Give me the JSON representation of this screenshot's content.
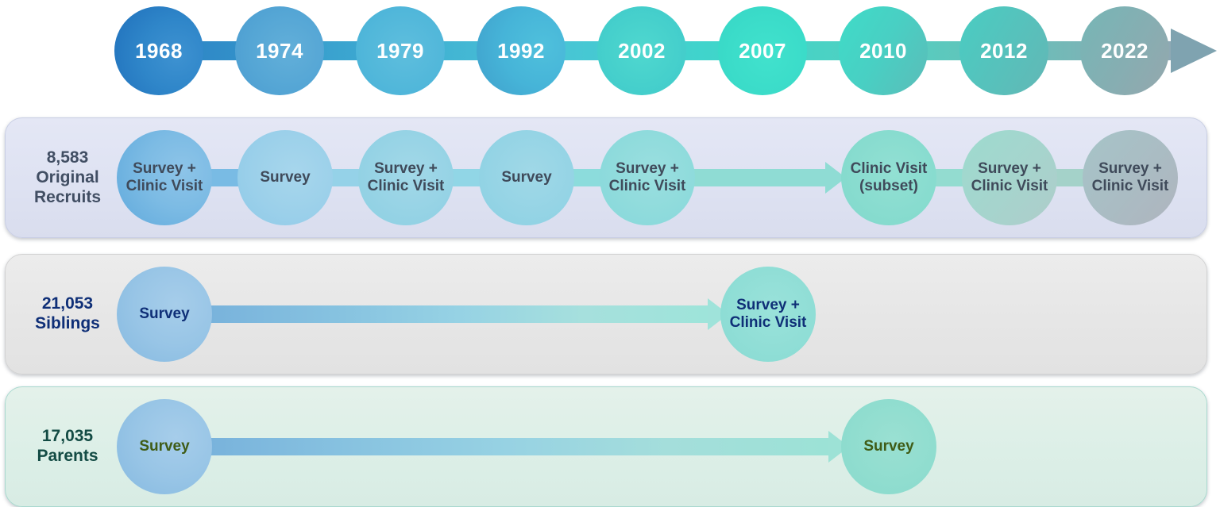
{
  "timeline": {
    "name": "study-timeline",
    "years": [
      "1968",
      "1974",
      "1979",
      "1992",
      "2002",
      "2007",
      "2010",
      "2012",
      "2022"
    ],
    "end_marker": "arrow-right"
  },
  "cohorts": [
    {
      "id": "original-recruits",
      "count": "8,583",
      "group": "Original",
      "group2": "Recruits",
      "label_full": "8,583 Original Recruits",
      "panel_color": "#dee2f2",
      "text_color": "#414e63",
      "events": [
        {
          "year": "1968",
          "line1": "Survey +",
          "line2": "Clinic Visit"
        },
        {
          "year": "1974",
          "line1": "Survey",
          "line2": ""
        },
        {
          "year": "1979",
          "line1": "Survey +",
          "line2": "Clinic Visit"
        },
        {
          "year": "1992",
          "line1": "Survey",
          "line2": ""
        },
        {
          "year": "2002",
          "line1": "Survey +",
          "line2": "Clinic Visit"
        },
        {
          "year": "2010",
          "line1": "Clinic Visit",
          "line2": "(subset)"
        },
        {
          "year": "2012",
          "line1": "Survey +",
          "line2": "Clinic Visit"
        },
        {
          "year": "2022",
          "line1": "Survey +",
          "line2": "Clinic Visit"
        }
      ]
    },
    {
      "id": "siblings",
      "count": "21,053",
      "group": "Siblings",
      "group2": "",
      "label_full": "21,053 Siblings",
      "panel_color": "#e6e6e6",
      "text_color": "#0f2f77",
      "events": [
        {
          "year": "1968",
          "line1": "Survey",
          "line2": ""
        },
        {
          "year": "2007",
          "line1": "Survey +",
          "line2": "Clinic Visit"
        }
      ]
    },
    {
      "id": "parents",
      "count": "17,035",
      "group": "Parents",
      "group2": "",
      "label_full": "17,035 Parents",
      "panel_color": "#dcefe7",
      "text_color": "#134b44",
      "events": [
        {
          "year": "1968",
          "line1": "Survey",
          "line2": ""
        },
        {
          "year": "2010",
          "line1": "Survey",
          "line2": ""
        }
      ]
    }
  ],
  "colors": {
    "timeline_start": "#1f6fbb",
    "timeline_mid": "#3fd6ca",
    "timeline_end": "#95a7ad",
    "arrow_teal": "#8fdcd2",
    "arrow_blue": "#7cb6dd"
  }
}
